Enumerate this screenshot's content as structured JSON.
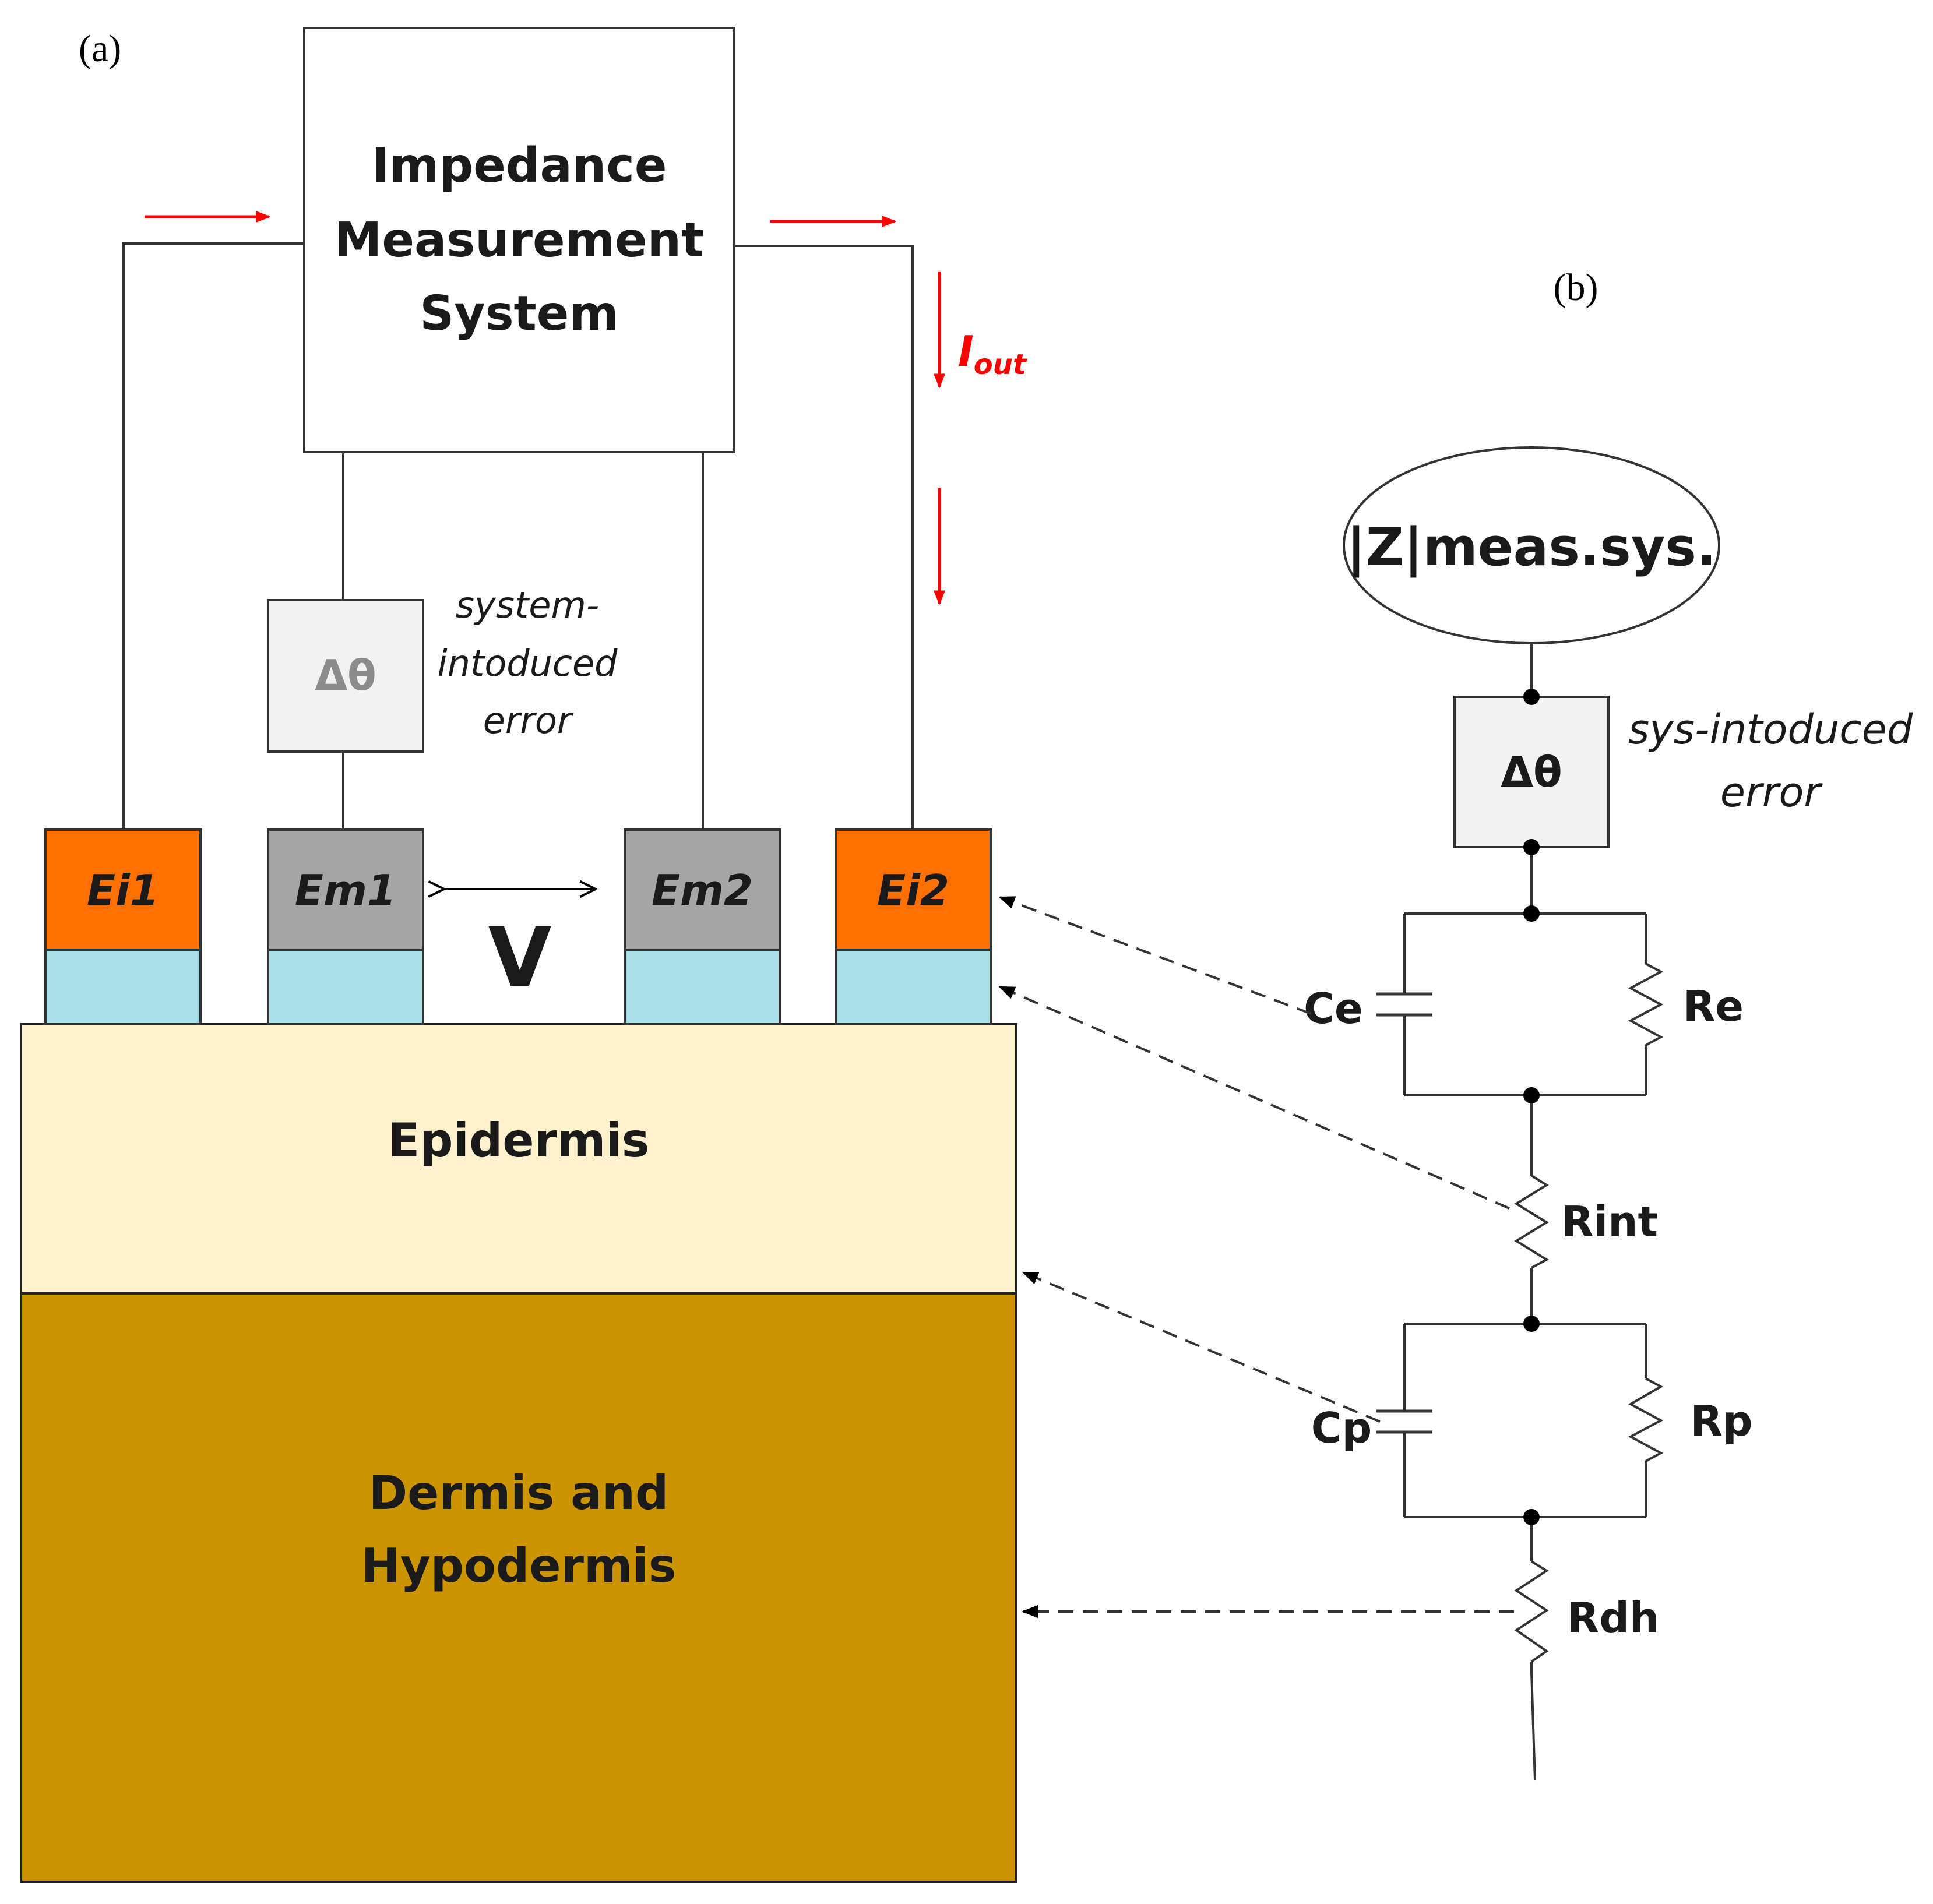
{
  "panel_labels": {
    "a": "(a)",
    "b": "(b)"
  },
  "measurement_box": {
    "lines": [
      "Impedance",
      "Measurement",
      "System"
    ]
  },
  "current_label": {
    "main": "I",
    "sub": "out"
  },
  "phase_box_a": {
    "symbol": "Δθ",
    "caption_lines": [
      "system-",
      "intoduced",
      "error"
    ]
  },
  "electrodes": [
    "Ei1",
    "Em1",
    "Em2",
    "Ei2"
  ],
  "voltage_label": "V",
  "tissue_layers": {
    "epidermis": [
      "Epidermis"
    ],
    "dermis": [
      "Dermis and",
      "Hypodermis"
    ]
  },
  "circuit": {
    "meas_sys_label": "|Z|meas.sys.",
    "phase_symbol": "Δθ",
    "phase_caption_lines": [
      "sys-intoduced",
      "error"
    ],
    "components": {
      "ce": "Ce",
      "re": "Re",
      "rint": "Rint",
      "cp": "Cp",
      "rp": "Rp",
      "rdh": "Rdh"
    }
  },
  "colors": {
    "injection_electrode": "#ff7000",
    "measurement_electrode": "#a6a6a6",
    "electrode_gel": "#a8dee8",
    "epidermis": "#fff2cc",
    "dermis": "#cc9500",
    "phase_box": "#f2f2f2",
    "arrow_red": "#ff0000"
  }
}
